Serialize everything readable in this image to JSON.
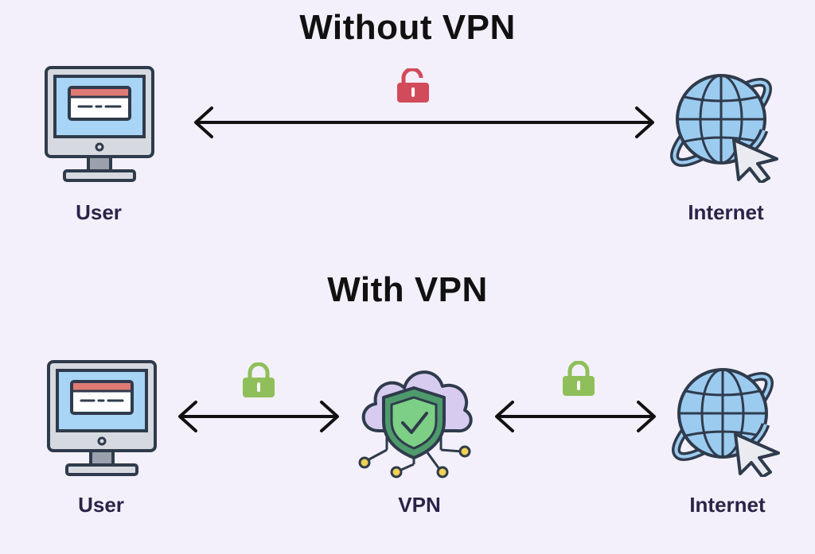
{
  "sections": {
    "without": {
      "title": "Without VPN",
      "user_label": "User",
      "internet_label": "Internet",
      "lock": "unlocked-padlock-icon"
    },
    "with": {
      "title": "With VPN",
      "user_label": "User",
      "vpn_label": "VPN",
      "internet_label": "Internet",
      "lock": "locked-padlock-icon"
    }
  },
  "colors": {
    "background": "#f3f0fb",
    "unlocked": "#d24b5a",
    "locked": "#8fbf5a",
    "shield": "#7ccf84",
    "cloud": "#d7ccef",
    "globe": "#9ccbf0",
    "monitor_screen": "#a8d4f5",
    "outline": "#2f3b4c"
  }
}
